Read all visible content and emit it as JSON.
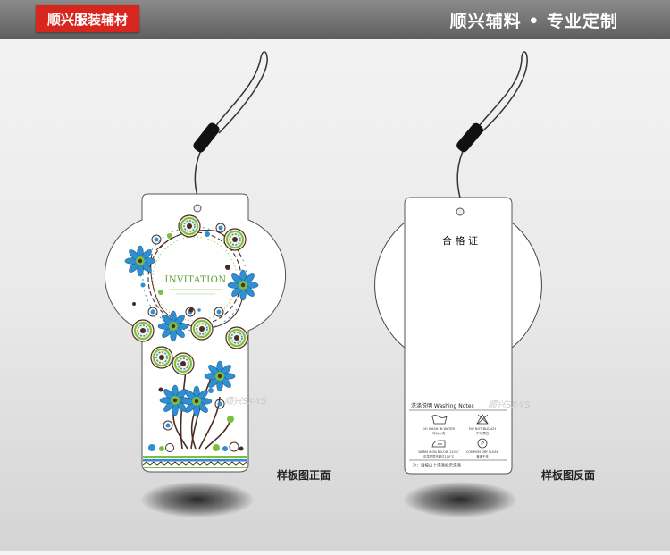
{
  "header": {
    "brand": "顺兴服装辅材",
    "slogan": "顺兴辅料 • 专业定制"
  },
  "front_tag": {
    "invitation_title": "INVITATION",
    "caption": "样板图正面"
  },
  "back_tag": {
    "title": "合 格 证",
    "washing_header": "洗涤说明 Washing Notes",
    "care_items": [
      {
        "en": "DO WASH IN WATER",
        "cn": "可以水洗"
      },
      {
        "en": "DO NOT BLEACH",
        "cn": "不可漂白"
      },
      {
        "en": "WARM IRON BELOW 110°C",
        "cn": "中温熨烫不超过110°C"
      },
      {
        "en": "COMMON DRY CLEAN",
        "cn": "普通干洗"
      }
    ],
    "note": "注：请按以上洗涤标示洗涤",
    "caption": "样板图反面"
  },
  "watermark": "顺兴SX-YS",
  "colors": {
    "brand_red": "#d7261e",
    "flower_blue": "#2f8fd0",
    "flower_green": "#7cbf3a",
    "ink_brown": "#4a2d22"
  }
}
